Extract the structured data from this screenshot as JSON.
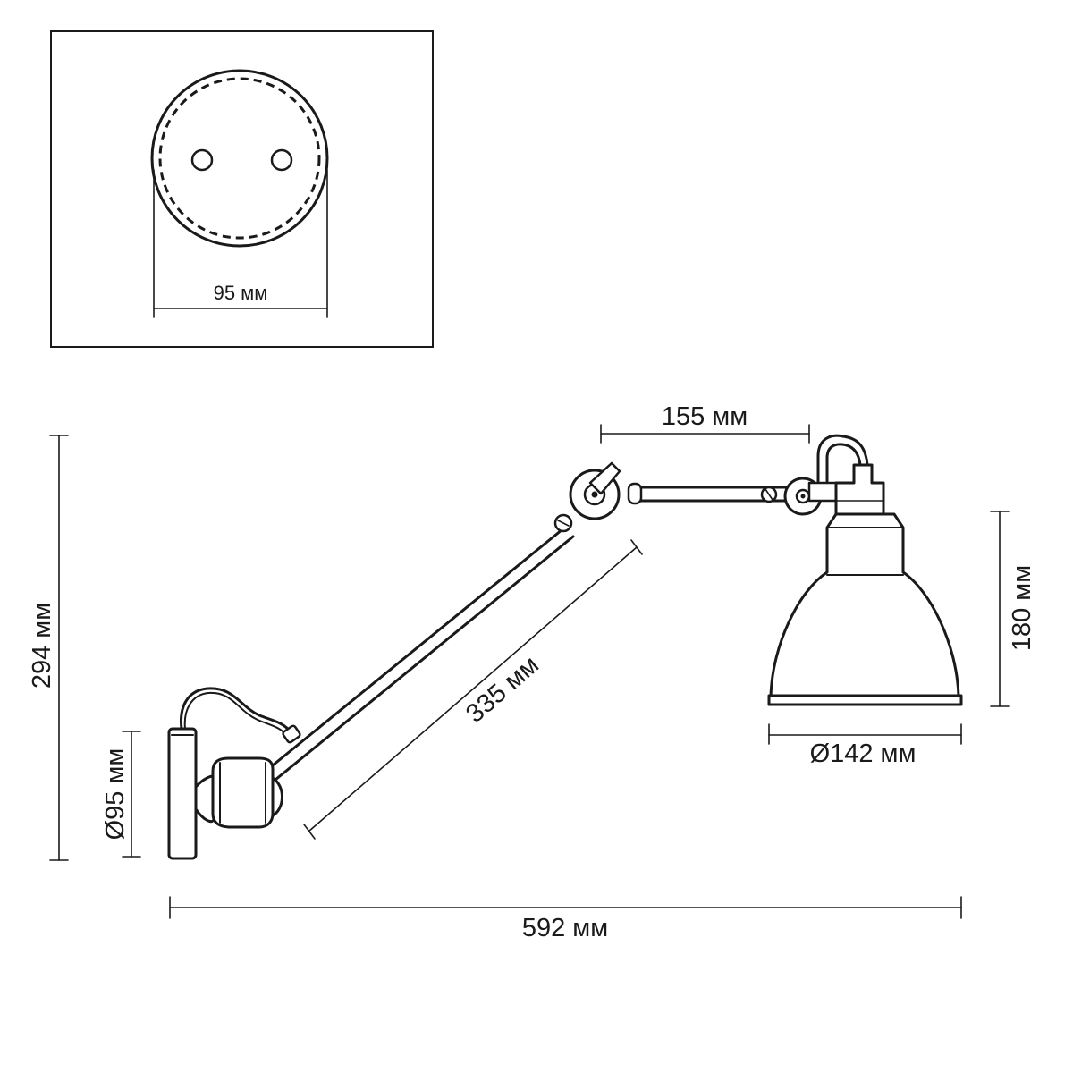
{
  "dimensions": {
    "plate_width_top": "95 мм",
    "arm_short": "155 мм",
    "shade_height": "180 мм",
    "arm_long": "335 мм",
    "shade_diameter": "Ø142 мм",
    "total_height": "294 мм",
    "plate_diameter": "Ø95 мм",
    "total_length": "592 мм"
  }
}
